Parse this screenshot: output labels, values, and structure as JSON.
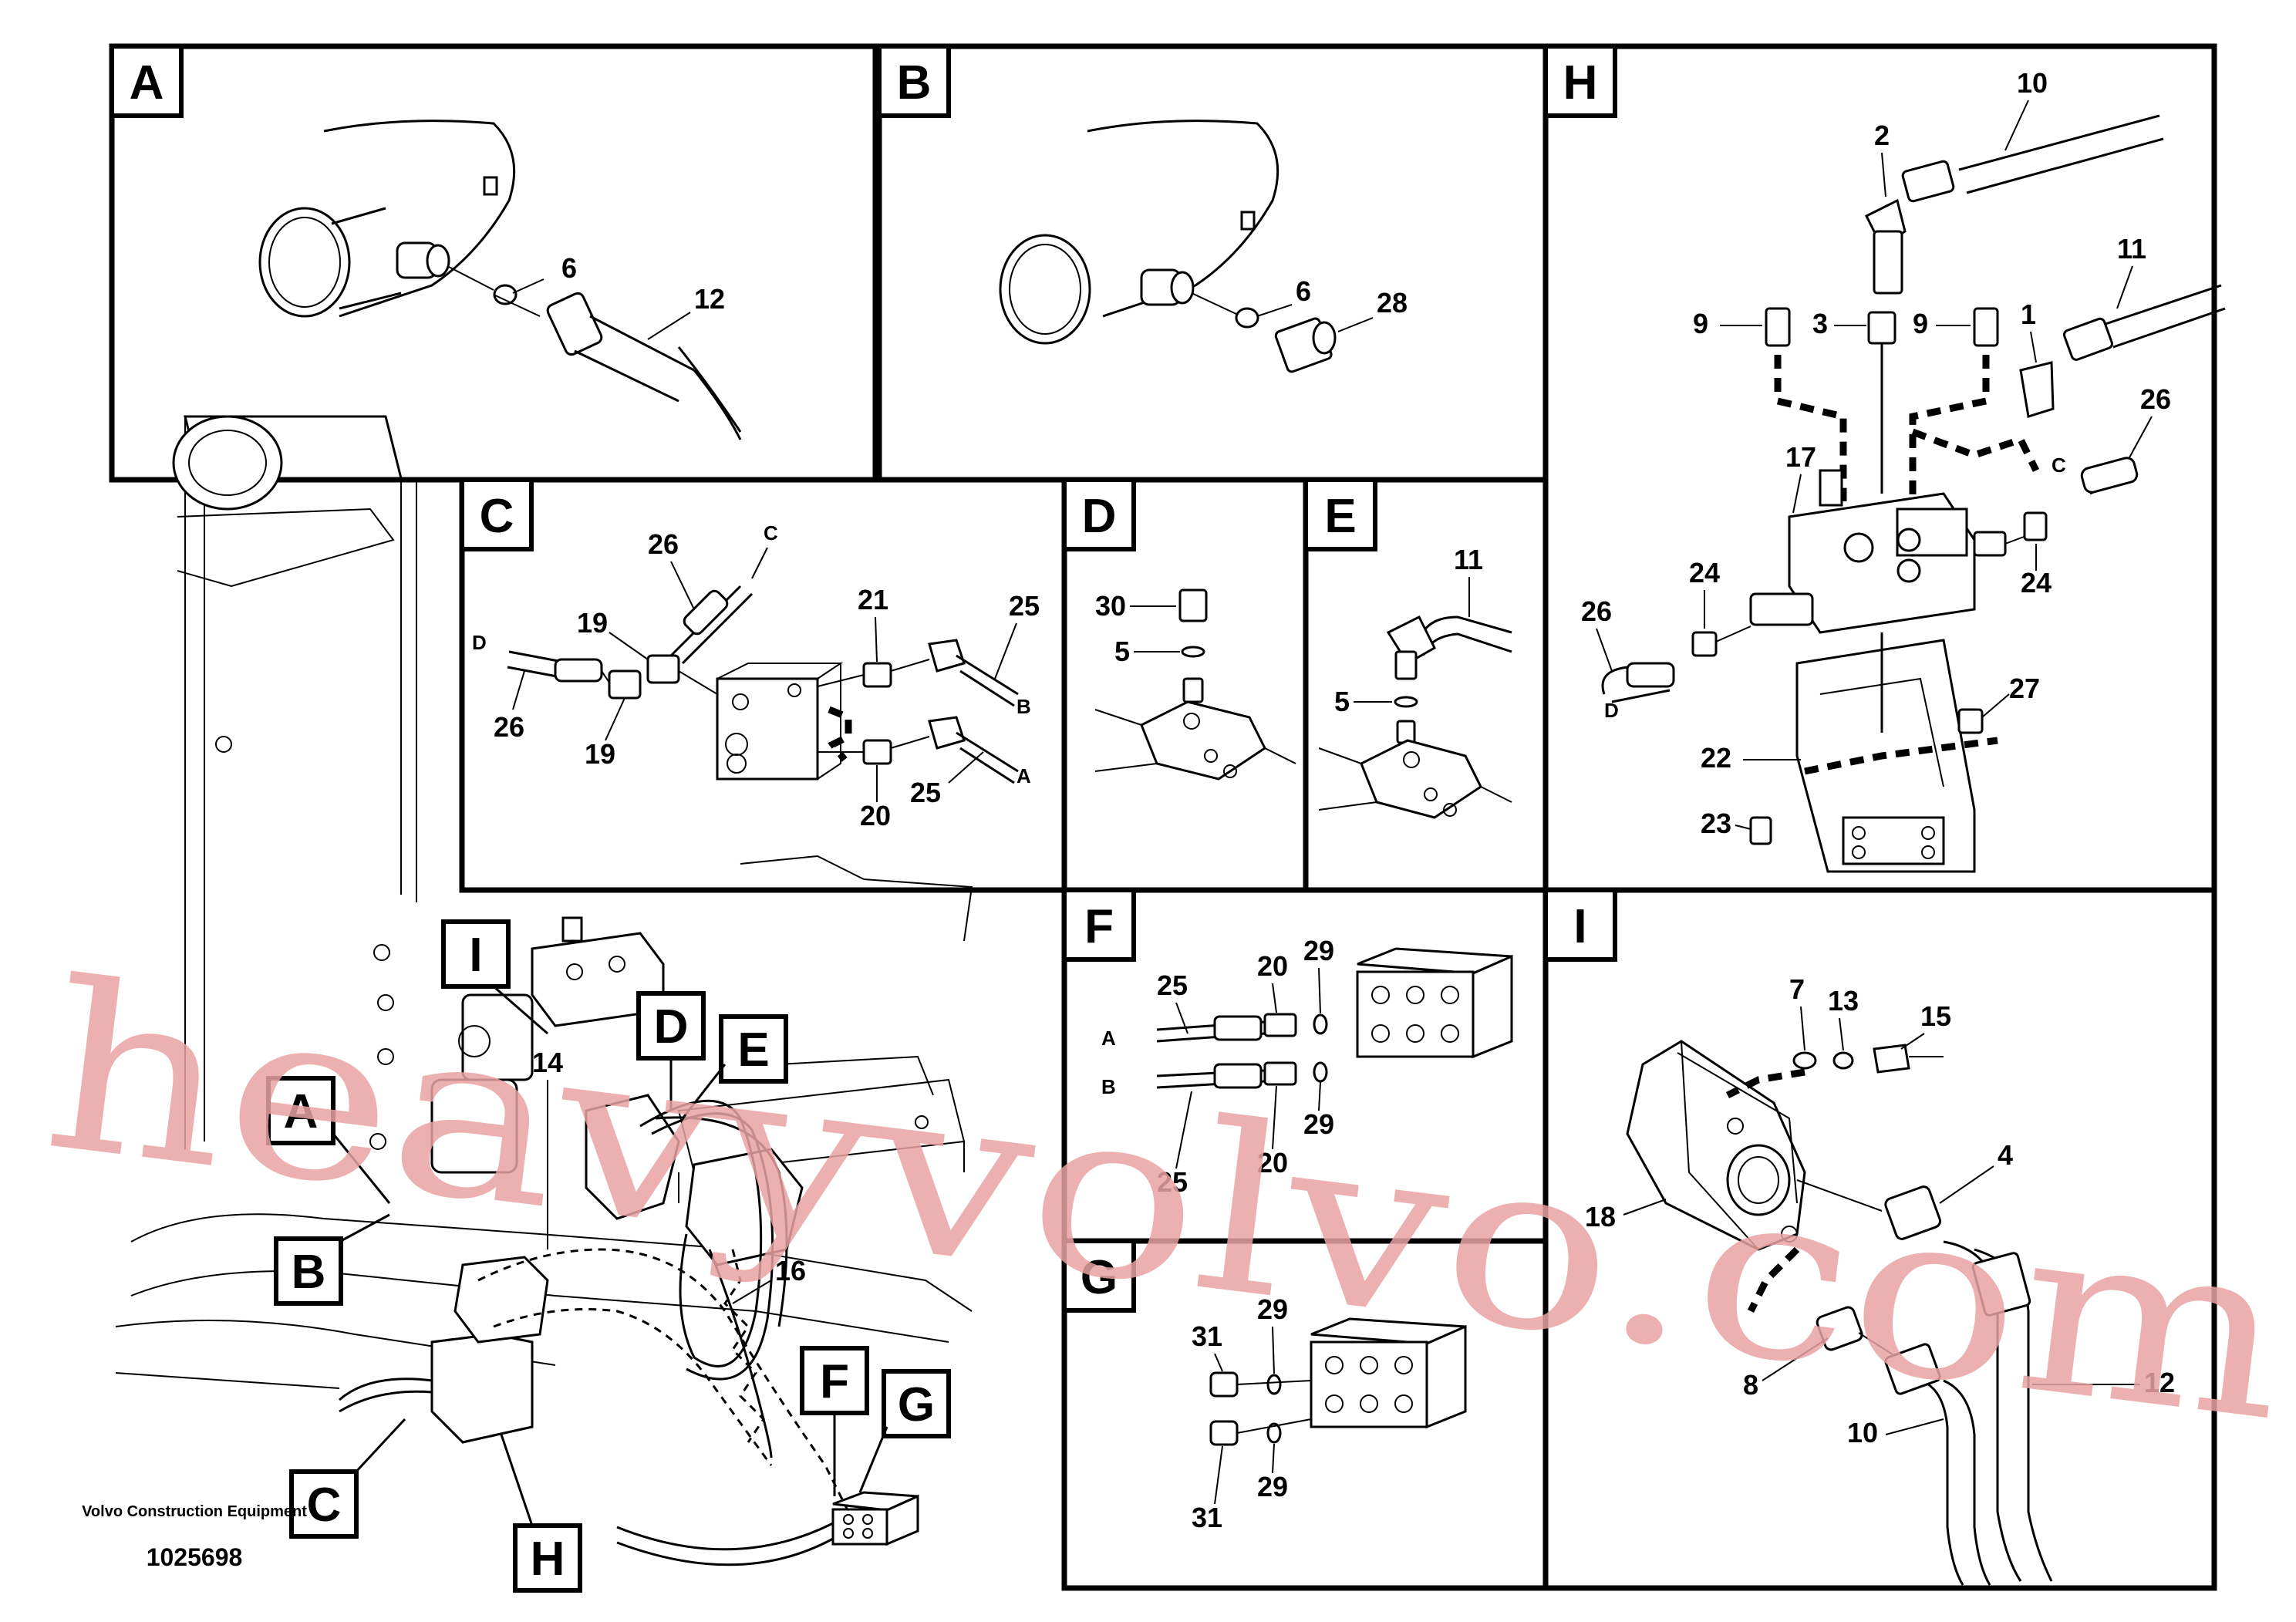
{
  "panels": {
    "A": {
      "letter": "A",
      "callouts": [
        "6",
        "12"
      ]
    },
    "B": {
      "letter": "B",
      "callouts": [
        "6",
        "28"
      ]
    },
    "C": {
      "letter": "C",
      "callouts": [
        "26",
        "C",
        "D",
        "19",
        "19",
        "26",
        "21",
        "25",
        "B",
        "20",
        "25",
        "A"
      ]
    },
    "D": {
      "letter": "D",
      "callouts": [
        "30",
        "5"
      ]
    },
    "E": {
      "letter": "E",
      "callouts": [
        "11",
        "5"
      ]
    },
    "F": {
      "letter": "F",
      "callouts": [
        "25",
        "20",
        "29",
        "A",
        "B",
        "25",
        "20",
        "29"
      ]
    },
    "G": {
      "letter": "G",
      "callouts": [
        "31",
        "29",
        "31",
        "29"
      ]
    },
    "H": {
      "letter": "H",
      "callouts": [
        "10",
        "2",
        "9",
        "3",
        "9",
        "1",
        "11",
        "26",
        "C",
        "17",
        "24",
        "24",
        "26",
        "D",
        "27",
        "22",
        "23"
      ]
    },
    "I": {
      "letter": "I",
      "callouts": [
        "7",
        "13",
        "15",
        "4",
        "18",
        "8",
        "10",
        "12"
      ]
    }
  },
  "overview": {
    "callouts": [
      "14",
      "16"
    ],
    "tags": [
      "A",
      "B",
      "C",
      "D",
      "E",
      "F",
      "G",
      "H",
      "I"
    ]
  },
  "caption": {
    "company": "Volvo Construction Equipment",
    "drawing_number": "1025698"
  },
  "watermark": "heavyvolvo.com"
}
